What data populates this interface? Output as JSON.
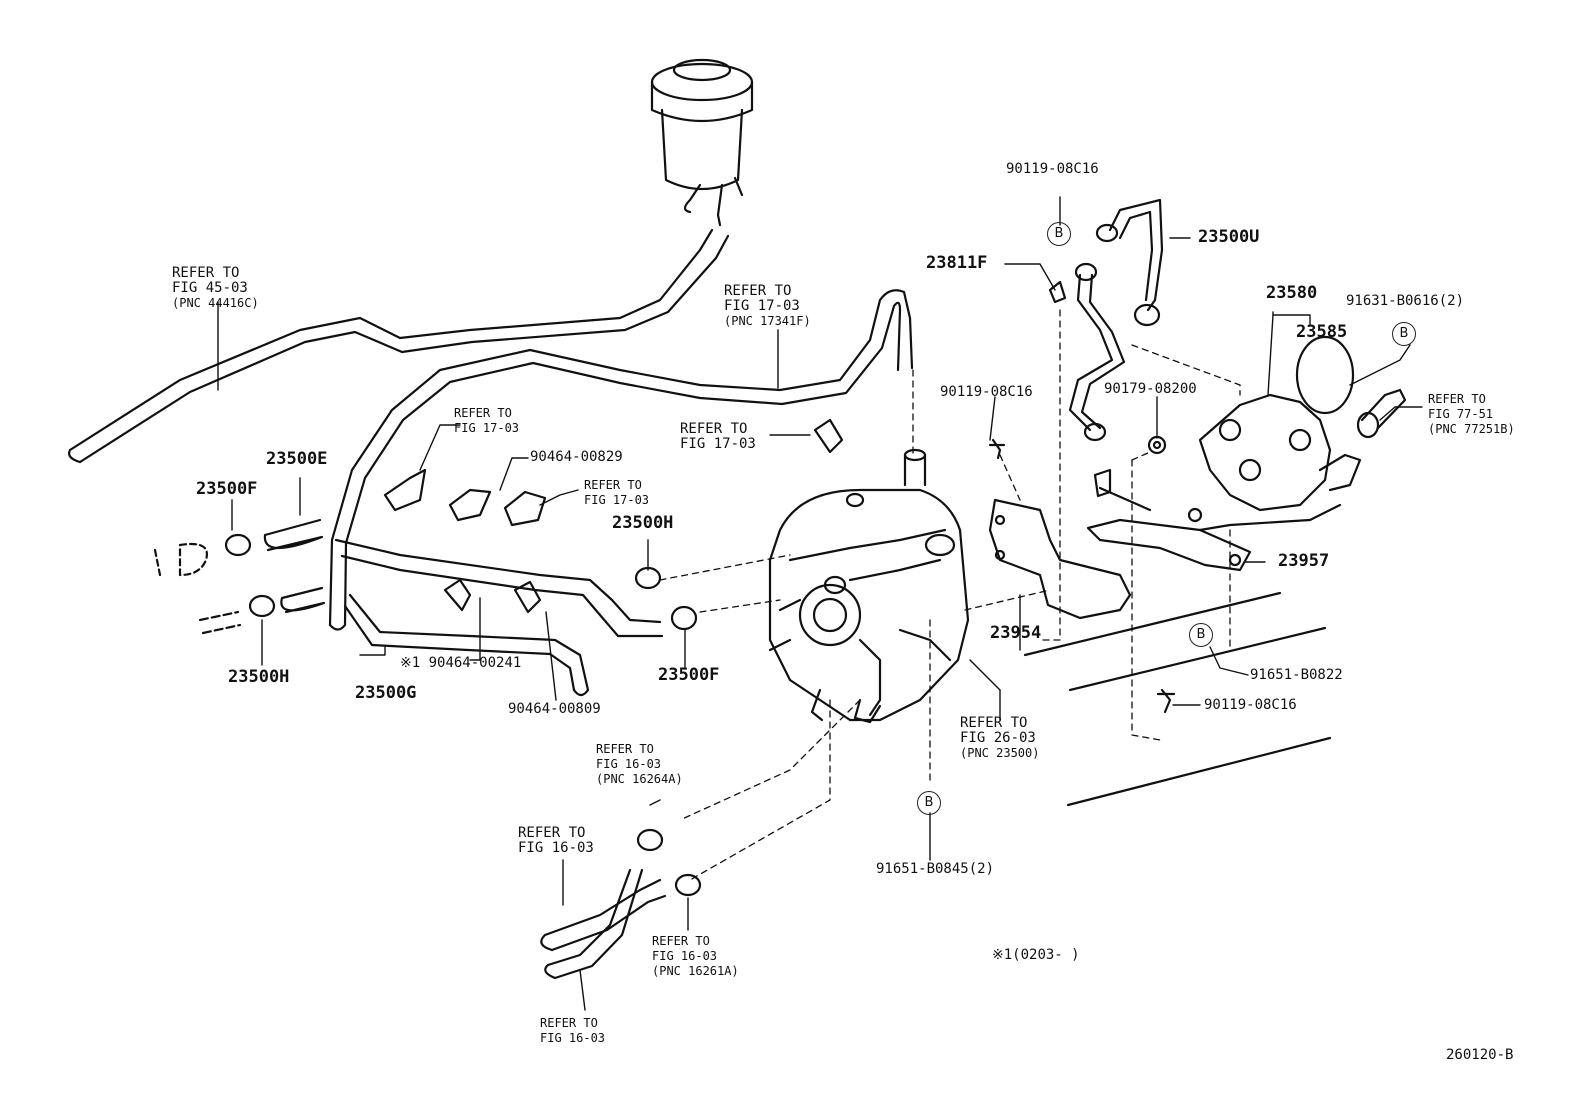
{
  "refers": {
    "fig45": {
      "l1": "REFER TO",
      "l2": "FIG 45-03",
      "l3": "(PNC 44416C)"
    },
    "fig17a": {
      "l1": "REFER TO",
      "l2": "FIG 17-03",
      "l3": "(PNC 17341F)"
    },
    "fig17b": {
      "l1": "REFER TO",
      "l2": "FIG 17-03"
    },
    "fig17c": {
      "l1": "REFER TO",
      "l2": "FIG 17-03"
    },
    "fig17d": {
      "l1": "REFER TO",
      "l2": "FIG 17-03"
    },
    "fig7751": {
      "l1": "REFER TO",
      "l2": "FIG 77-51",
      "l3": "(PNC 77251B)"
    },
    "fig2603": {
      "l1": "REFER TO",
      "l2": "FIG 26-03",
      "l3": "(PNC 23500)"
    },
    "fig16a": {
      "l1": "REFER TO",
      "l2": "FIG 16-03",
      "l3": "(PNC 16264A)"
    },
    "fig16b": {
      "l1": "REFER TO",
      "l2": "FIG 16-03"
    },
    "fig16c": {
      "l1": "REFER TO",
      "l2": "FIG 16-03",
      "l3": "(PNC 16261A)"
    },
    "fig16d": {
      "l1": "REFER TO",
      "l2": "FIG 16-03"
    }
  },
  "parts": {
    "p23500E": "23500E",
    "p23500F_left": "23500F",
    "p23500H_left": "23500H",
    "p23500G": "23500G",
    "p23500H_mid": "23500H",
    "p23500F_mid": "23500F",
    "p90464_00829": "90464-00829",
    "p90464_00241": "※1 90464-00241",
    "p90464_00809": "90464-00809",
    "p90119_top": "90119-08C16",
    "p23500U": "23500U",
    "p23811F": "23811F",
    "p90119_mid": "90119-08C16",
    "p90179": "90179-08200",
    "p23580": "23580",
    "p23585": "23585",
    "p91631": "91631-B0616(2)",
    "p23957": "23957",
    "p23954": "23954",
    "p91651_b0822": "91651-B0822",
    "p90119_low": "90119-08C16",
    "p91651_b0845": "91651-B0845(2)"
  },
  "circle_b": "B",
  "note": "※1(0203-      )",
  "figure_code": "260120-B"
}
